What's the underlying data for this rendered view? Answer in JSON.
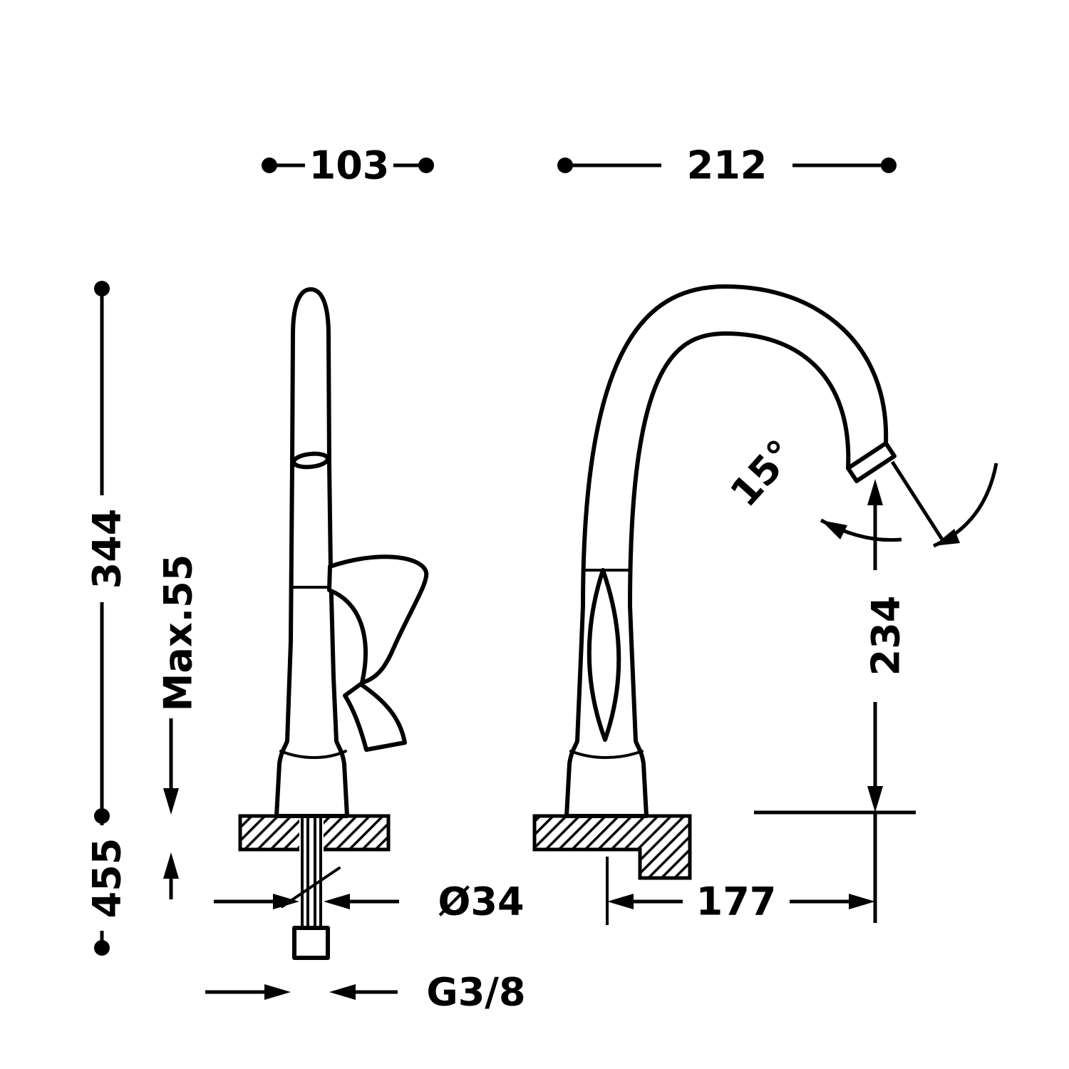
{
  "drawing": {
    "title": "Kitchen mixer tap technical dimension drawing",
    "labels": {
      "width_left": "103",
      "width_right": "212",
      "height_above_deck": "344",
      "max_deck_thickness": "Max.55",
      "total_height": "455",
      "spout_angle": "15°",
      "outlet_height": "234",
      "shank_diameter": "Ø34",
      "spout_reach": "177",
      "inlet_thread": "G3/8"
    },
    "colors": {
      "line": "#000000",
      "background": "#ffffff"
    }
  }
}
